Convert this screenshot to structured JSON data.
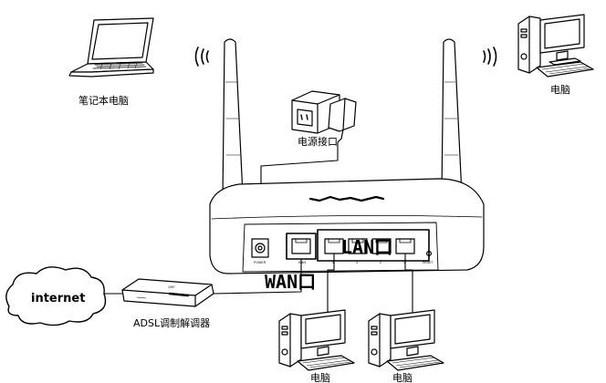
{
  "labels": {
    "laptop": "笔记本电脑",
    "desktop_top": "电脑",
    "power_outlet": "电源接口",
    "lan_port": "LAN口",
    "wan_port": "WAN口",
    "internet": "internet",
    "modem": "ADSL调制解调器",
    "desktop_bottom_left": "电脑",
    "desktop_bottom_right": "电脑"
  },
  "router_port_labels": {
    "power": "POWER",
    "wan": "WAN",
    "lan4": "4",
    "lan3": "3",
    "lan2": "2",
    "lan1": "1",
    "reset": "RESET"
  },
  "modem_label": "1997",
  "colors": {
    "line": "#000000",
    "background": "#ffffff"
  }
}
